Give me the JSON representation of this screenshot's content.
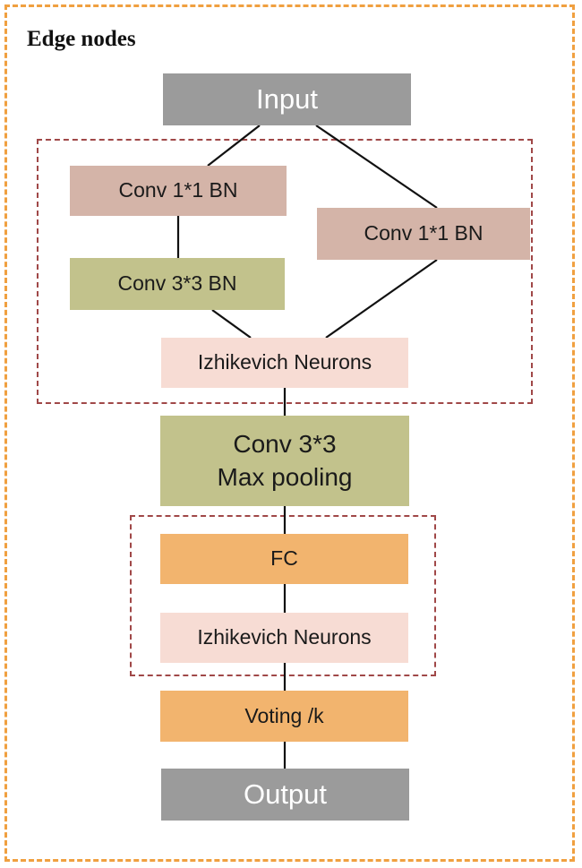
{
  "title": "Edge nodes",
  "colors": {
    "outer_border": "#f0a040",
    "group_border": "#a04848",
    "io_box": "#9b9b9b",
    "conv1x1_box": "#d4b4a8",
    "conv3x3_box": "#c2c28c",
    "neuron_box": "#f7dcd4",
    "fc_box": "#f2b46e",
    "line": "#111111"
  },
  "nodes": {
    "input": "Input",
    "conv1x1_left": "Conv  1*1  BN",
    "conv1x1_right": "Conv  1*1 BN",
    "conv3x3_bn": "Conv  3*3 BN",
    "izhikevich_top": "Izhikevich Neurons",
    "conv3x3_pool": "Conv  3*3\nMax pooling",
    "fc": "FC",
    "izhikevich_bottom": "Izhikevich Neurons",
    "voting": "Voting /k",
    "output": "Output"
  }
}
